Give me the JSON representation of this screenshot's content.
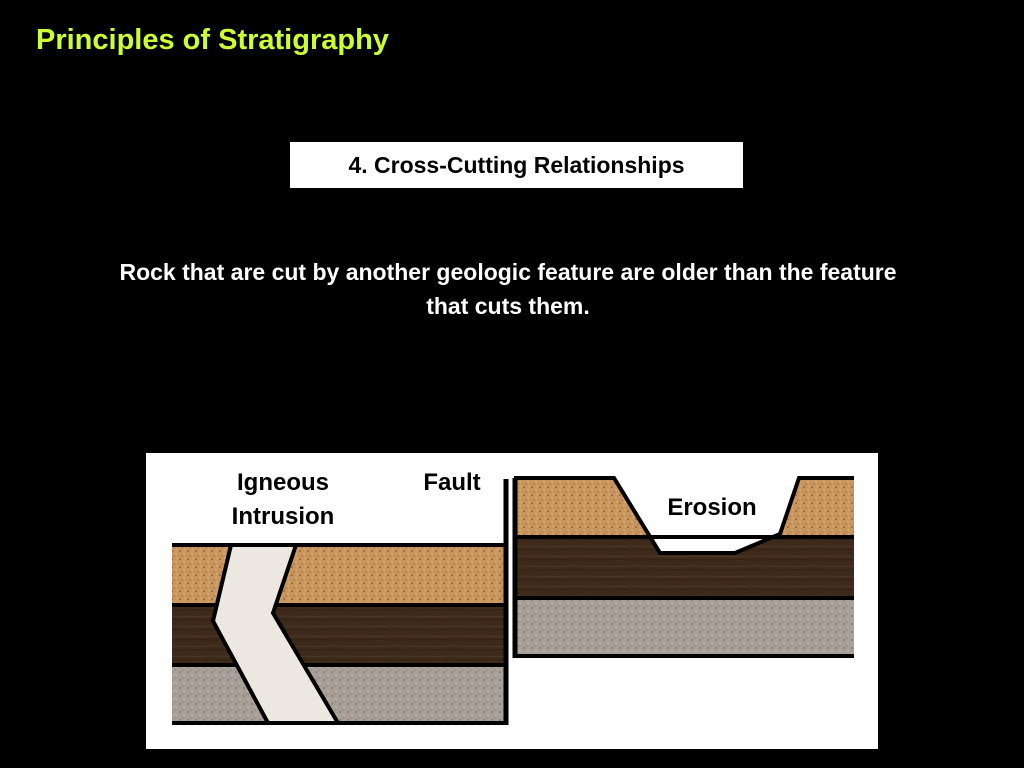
{
  "slide": {
    "title": "Principles of Stratigraphy",
    "subtitle": "4. Cross-Cutting Relationships",
    "statement": "Rock that are cut by another geologic feature are older than the feature that cuts them."
  },
  "diagram": {
    "labels": {
      "intrusion_line1": "Igneous",
      "intrusion_line2": "Intrusion",
      "fault": "Fault",
      "erosion": "Erosion"
    },
    "colors": {
      "title": "#ccff33",
      "sandstone": "#c8955e",
      "shale": "#3e2a1a",
      "gravel": "#a8a098",
      "intrusion": "#ede8e2",
      "outline": "#000000"
    }
  }
}
